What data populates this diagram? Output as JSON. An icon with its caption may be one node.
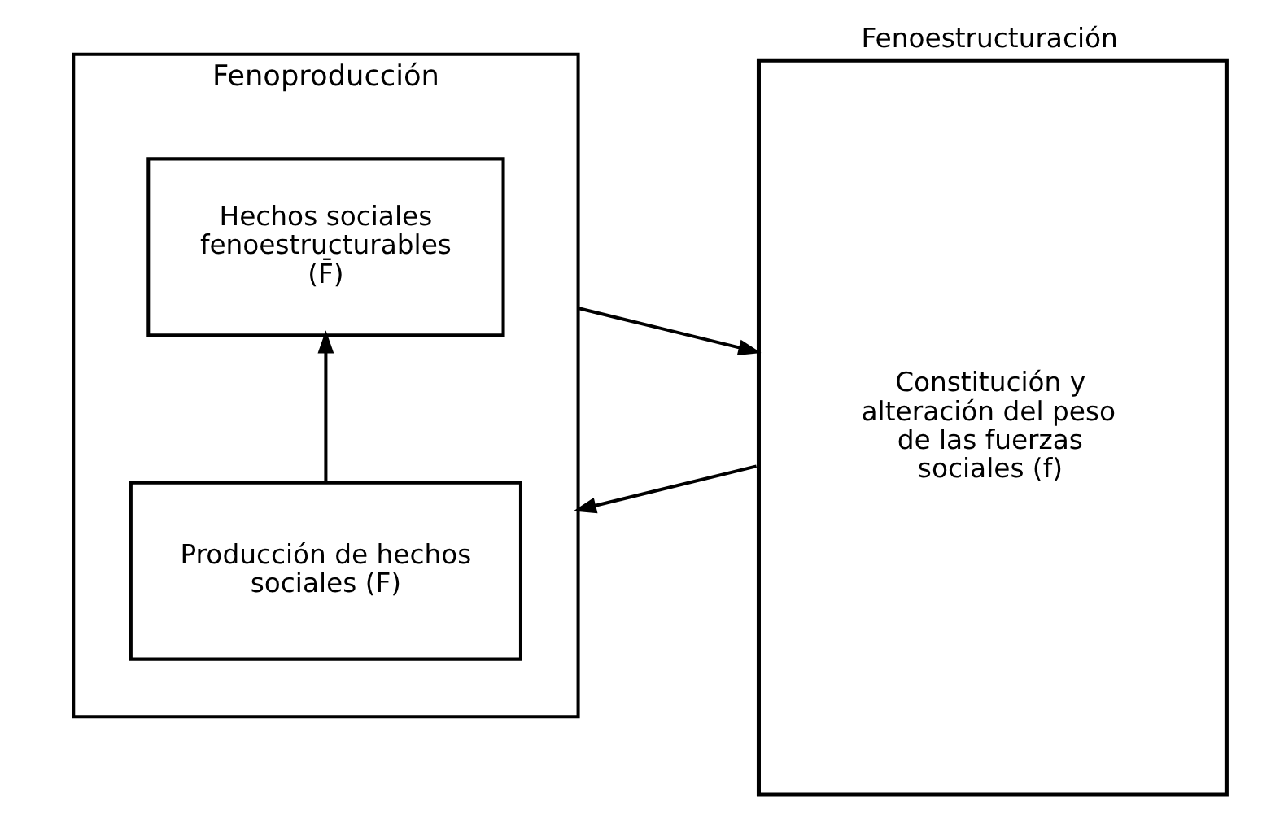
{
  "diagram": {
    "nodes": [
      {
        "text": [
          "Fenoproducción"
        ]
      },
      {
        "text": [
          "Hechos sociales fenoestructurables (F̄)"
        ],
        "in": 0
      },
      {
        "text": [
          "Producción de hechos sociales (F)"
        ],
        "in": 0
      },
      {
        "text": [
          "Fenoestructuración",
          "Constitución y alteración del peso de las fuerzas sociales (f)"
        ]
      }
    ],
    "edges": [
      {
        "from": 2,
        "to": 1,
        "arrow": "to"
      },
      {
        "from": 0,
        "to": 3,
        "arrow": "to"
      },
      {
        "from": 3,
        "to": 0,
        "arrow": "to"
      }
    ]
  }
}
